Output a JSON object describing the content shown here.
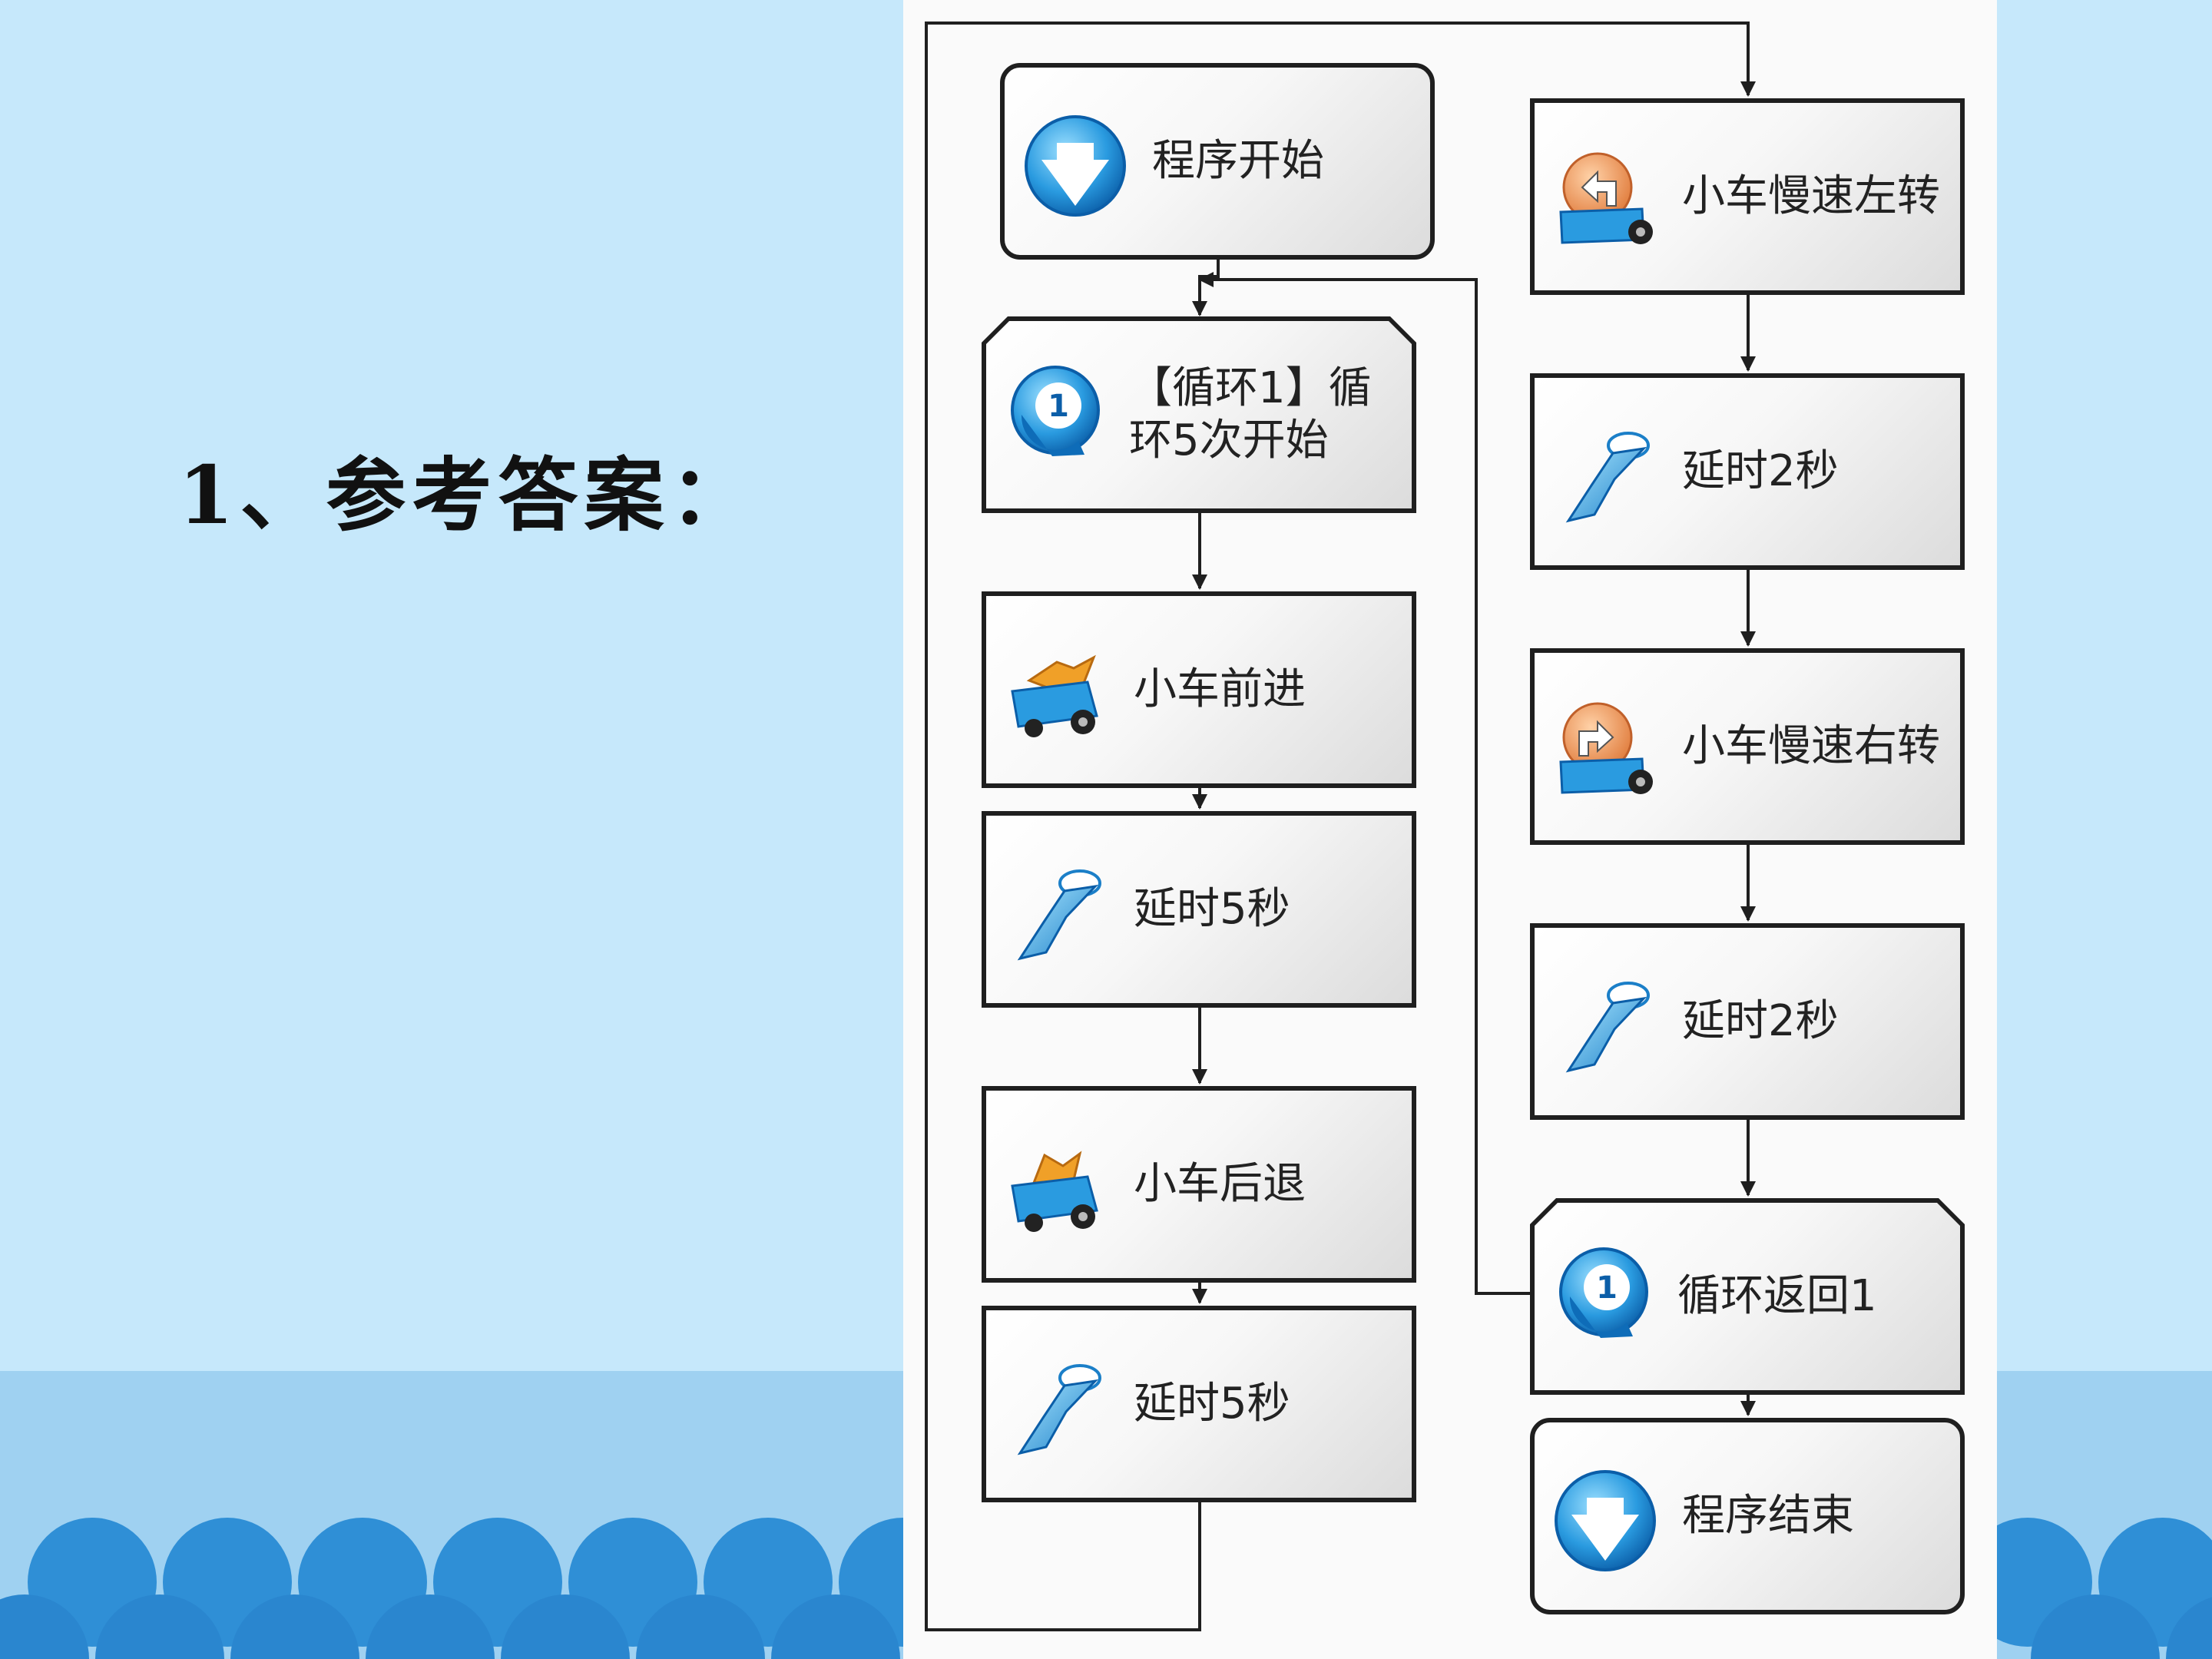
{
  "slide": {
    "title": "1、参考答案："
  },
  "flowchart": {
    "nodes": [
      {
        "id": "start",
        "label": "程序开始",
        "icon": "start-down-arrow-icon"
      },
      {
        "id": "loop-start",
        "label": "【循环1】循环5次开始",
        "icon": "loop-one-icon"
      },
      {
        "id": "forward",
        "label": "小车前进",
        "icon": "car-forward-icon"
      },
      {
        "id": "delay-1",
        "label": "延时5秒",
        "icon": "hourglass-icon"
      },
      {
        "id": "backward",
        "label": "小车后退",
        "icon": "car-backward-icon"
      },
      {
        "id": "delay-2",
        "label": "延时5秒",
        "icon": "hourglass-icon"
      },
      {
        "id": "turn-left",
        "label": "小车慢速左转",
        "icon": "car-turn-left-icon"
      },
      {
        "id": "delay-3",
        "label": "延时2秒",
        "icon": "hourglass-icon"
      },
      {
        "id": "turn-right",
        "label": "小车慢速右转",
        "icon": "car-turn-right-icon"
      },
      {
        "id": "delay-4",
        "label": "延时2秒",
        "icon": "hourglass-icon"
      },
      {
        "id": "loop-back",
        "label": "循环返回1",
        "icon": "loop-one-icon"
      },
      {
        "id": "end",
        "label": "程序结束",
        "icon": "end-down-arrow-icon"
      }
    ]
  },
  "colors": {
    "background": "#c6e8fb",
    "wave": "#2f8fd6",
    "panel": "#fafafa",
    "icon_blue": "#2a9be0",
    "icon_orange": "#f0a028"
  }
}
